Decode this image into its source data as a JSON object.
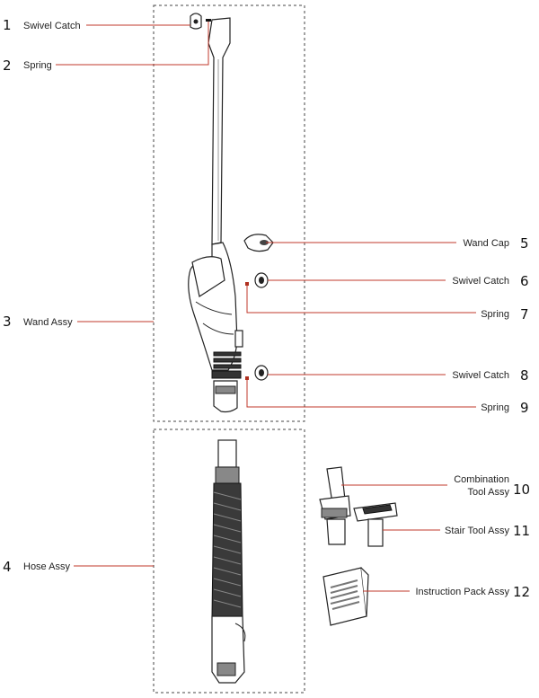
{
  "callouts": [
    {
      "num": "1",
      "label": "Swivel Catch"
    },
    {
      "num": "2",
      "label": "Spring"
    },
    {
      "num": "3",
      "label": "Wand Assy"
    },
    {
      "num": "4",
      "label": "Hose Assy"
    },
    {
      "num": "5",
      "label": "Wand Cap"
    },
    {
      "num": "6",
      "label": "Swivel Catch"
    },
    {
      "num": "7",
      "label": "Spring"
    },
    {
      "num": "8",
      "label": "Swivel Catch"
    },
    {
      "num": "9",
      "label": "Spring"
    },
    {
      "num": "10",
      "label_line1": "Combination",
      "label_line2": "Tool Assy"
    },
    {
      "num": "11",
      "label": "Stair Tool Assy"
    },
    {
      "num": "12",
      "label": "Instruction Pack Assy"
    }
  ],
  "colors": {
    "leader": "#c0392b",
    "outline": "#222222",
    "box": "#444444"
  }
}
